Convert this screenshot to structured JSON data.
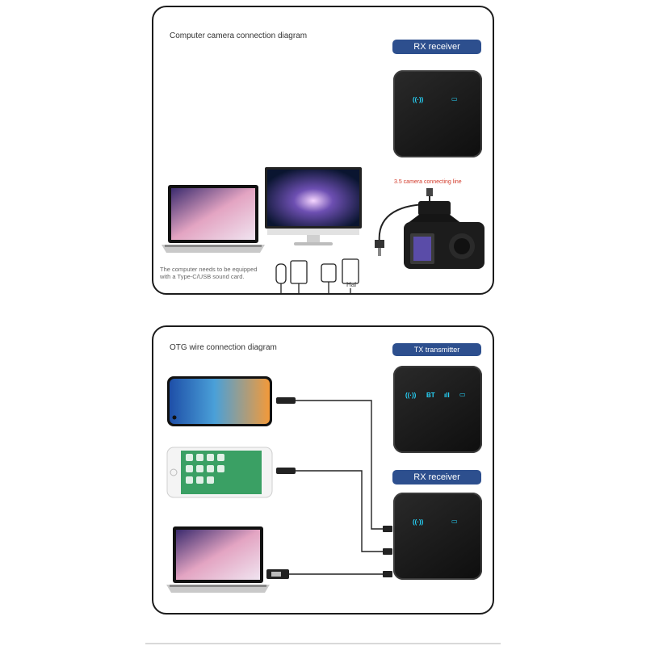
{
  "panel1": {
    "title": "Computer camera connection diagram",
    "rx_label": "RX receiver",
    "camera_line_label": "3.5 camera connecting line",
    "computer_note_line1": "The computer needs to be equipped",
    "computer_note_line2": "with a Type-C/USB sound card.",
    "connector_text": "Hal",
    "leds": {
      "wireless": "((·))",
      "power": "▭"
    }
  },
  "panel2": {
    "title": "OTG wire connection diagram",
    "tx_label": "TX transmitter",
    "rx_label": "RX receiver",
    "tx_leds": {
      "wireless": "((·))",
      "bt": "BT",
      "signal": "ıll",
      "power": "▭"
    },
    "rx_leds": {
      "wireless": "((·))",
      "power": "▭"
    }
  },
  "colors": {
    "pill": "#2d4f8e",
    "led": "#27d8ff",
    "camera_line_label": "#d23a2a"
  }
}
